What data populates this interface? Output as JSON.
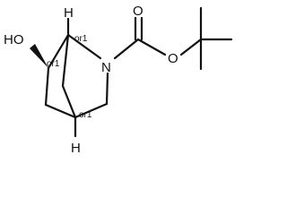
{
  "molecule": {
    "atoms": {
      "hydroxyl": "HO",
      "h_top": "H",
      "h_bottom": "H",
      "nitrogen": "N",
      "carbonyl_o": "O",
      "ester_o": "O"
    },
    "stereo_labels": {
      "c1": "or1",
      "c_oh": "or1",
      "c4": "or1"
    }
  }
}
